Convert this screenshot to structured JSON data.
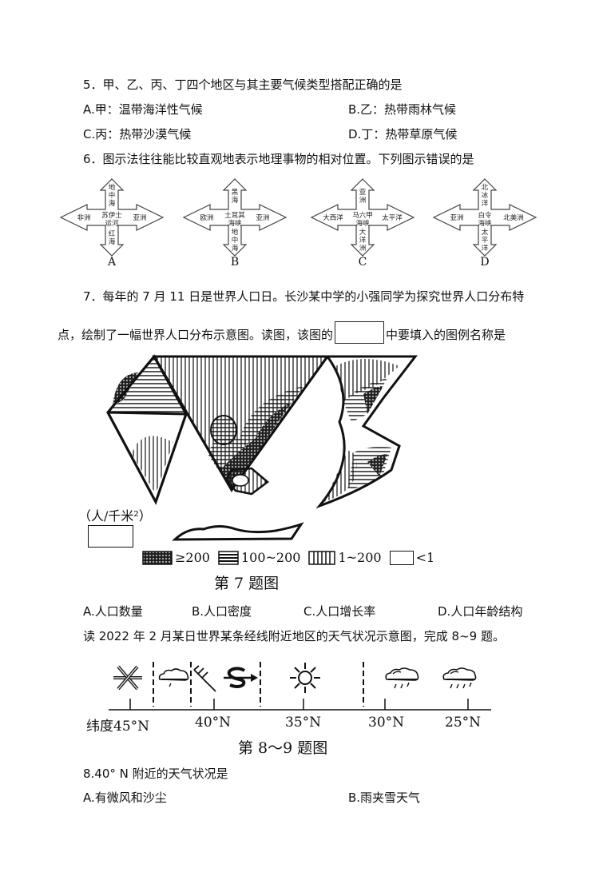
{
  "q5": {
    "stem": "5．甲、乙、丙、丁四个地区与其主要气候类型搭配正确的是",
    "options": [
      {
        "label": "A.甲：温带海洋性气候"
      },
      {
        "label": "B.乙：热带雨林气候"
      },
      {
        "label": "C.丙：热带沙漠气候"
      },
      {
        "label": "D.丁：热带草原气候"
      }
    ]
  },
  "q6": {
    "stem": "6．图示法往往能比较直观地表示地理事物的相对位置。下列图示错误的是",
    "diagrams": [
      {
        "letter": "A",
        "center": [
          "苏伊士",
          "运河"
        ],
        "top": "地中海",
        "bottom": "红海",
        "left": "非洲",
        "right": "亚洲"
      },
      {
        "letter": "B",
        "center": [
          "土耳其",
          "海峡"
        ],
        "top": "黑海",
        "bottom": "地中海",
        "left": "欧洲",
        "right": "亚洲"
      },
      {
        "letter": "C",
        "center": [
          "马六甲",
          "海峡"
        ],
        "top": "亚洲",
        "bottom": "大洋洲",
        "left": "大西洋",
        "right": "太平洋"
      },
      {
        "letter": "D",
        "center": [
          "白令",
          "海峡"
        ],
        "top": "北冰洋",
        "bottom": "太平洋",
        "left": "亚洲",
        "right": "北美洲"
      }
    ]
  },
  "q7": {
    "stem_line1": "7．每年的 7 月 11 日是世界人口日。长沙某中学的小强同学为探究世界人口分布特",
    "stem_line2_before": "点，绘制了一幅世界人口分布示意图。读图，该图的",
    "stem_line2_after": "中要填入的图例名称是",
    "figure": {
      "unit": "（人/千米²）",
      "legend": [
        {
          "pattern": "dots",
          "label": "≥200"
        },
        {
          "pattern": "horizontal",
          "label": "100~200"
        },
        {
          "pattern": "vertical",
          "label": "1~200"
        },
        {
          "pattern": "blank",
          "label": "<1"
        }
      ],
      "caption": "第 7 题图"
    },
    "options": [
      {
        "label": "A.人口数量"
      },
      {
        "label": "B.人口密度"
      },
      {
        "label": "C.人口增长率"
      },
      {
        "label": "D.人口年龄结构"
      }
    ]
  },
  "intro89": "读 2022 年 2 月某日世界某条经线附近地区的天气状况示意图，完成 8~9 题。",
  "weather_figure": {
    "axis_prefix": "纬度",
    "latitudes": [
      "45°N",
      "40°N",
      "35°N",
      "30°N",
      "25°N"
    ],
    "symbols": [
      {
        "icon": "snow-icon"
      },
      {
        "icon": "light-rain-cloud-icon"
      },
      {
        "icon": "wind-barb-icon"
      },
      {
        "icon": "sandstorm-icon"
      },
      {
        "icon": "sunny-icon"
      },
      {
        "icon": "rain-cloud-icon"
      },
      {
        "icon": "rain-cloud-icon"
      }
    ],
    "caption": "第 8～9 题图"
  },
  "q8": {
    "stem": "8.40° N 附近的天气状况是",
    "options": [
      {
        "label": "A.有微风和沙尘"
      },
      {
        "label": "B.雨夹雪天气"
      }
    ]
  }
}
